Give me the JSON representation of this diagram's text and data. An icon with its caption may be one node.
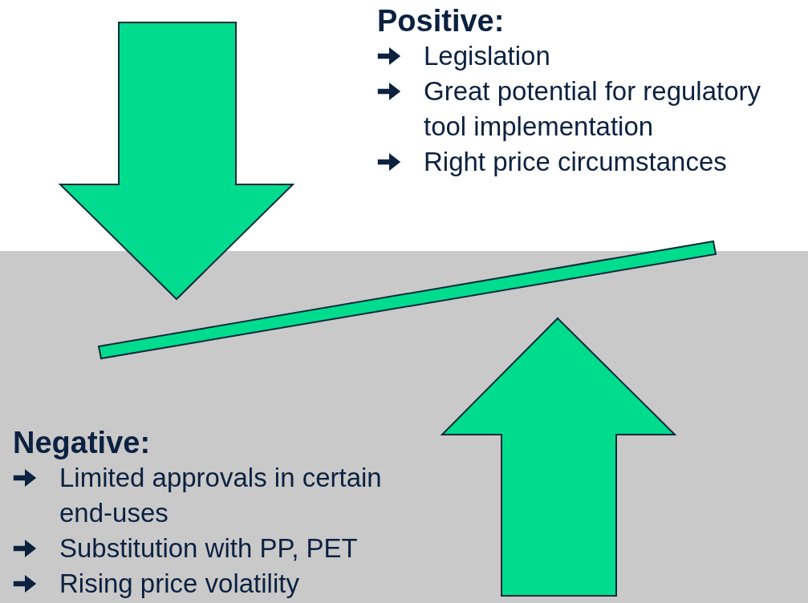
{
  "diagram": {
    "labels": [
      "Positive:",
      "Legislation",
      "Great potential for regulatory tool implementation",
      "Right price circumstances",
      "Negative:",
      "Limited approvals in certain end-uses",
      "Substitution with PP, PET",
      "Rising price volatility"
    ]
  }
}
